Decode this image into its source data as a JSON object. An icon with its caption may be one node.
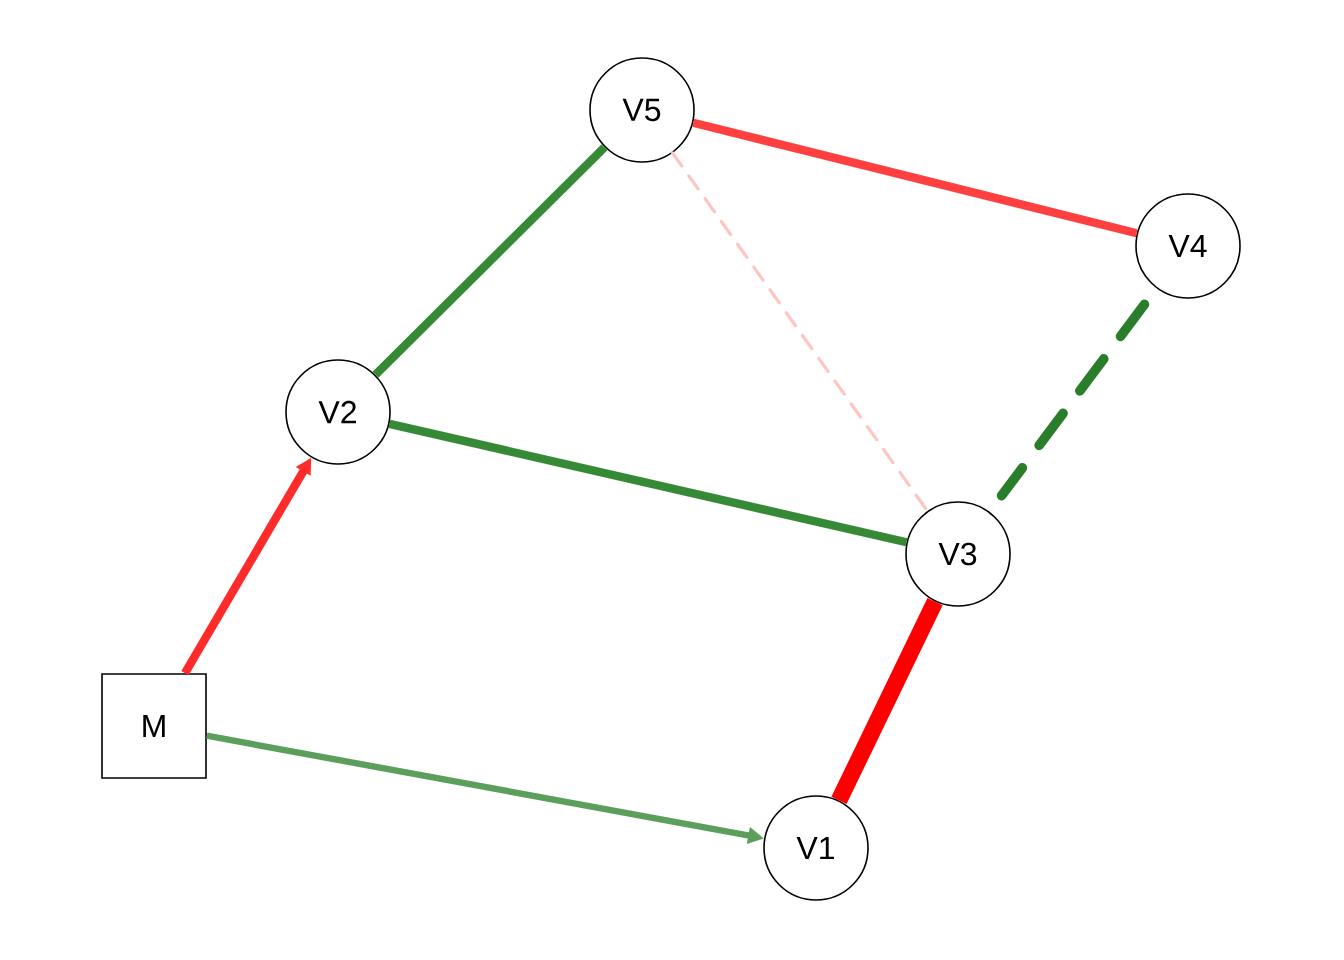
{
  "diagram": {
    "nodes": [
      {
        "text": [
          "V5"
        ]
      },
      {
        "text": [
          "V4"
        ]
      },
      {
        "text": [
          "V2"
        ]
      },
      {
        "text": [
          "V3"
        ]
      },
      {
        "text": [
          "M"
        ]
      },
      {
        "text": [
          "V1"
        ]
      }
    ],
    "edges": [
      {
        "from": 4,
        "to": 2,
        "arrow": "to",
        "color": "#ff2a2a"
      },
      {
        "from": 4,
        "to": 5,
        "arrow": "to",
        "color": "#5c9e5c"
      },
      {
        "from": 2,
        "to": 0,
        "arrow": "none",
        "color": "#368a36"
      },
      {
        "from": 2,
        "to": 3,
        "arrow": "none",
        "color": "#368a36"
      },
      {
        "from": 0,
        "to": 1,
        "arrow": "none",
        "color": "#ff4040"
      },
      {
        "from": 0,
        "to": 3,
        "arrow": "none",
        "style": "dashed",
        "color": "#ffc4c4"
      },
      {
        "from": 3,
        "to": 5,
        "arrow": "none",
        "style": "thick",
        "color": "#ff0000"
      },
      {
        "from": 1,
        "to": 3,
        "arrow": "none",
        "style": "dashed",
        "color": "#2a7d2a"
      }
    ]
  }
}
